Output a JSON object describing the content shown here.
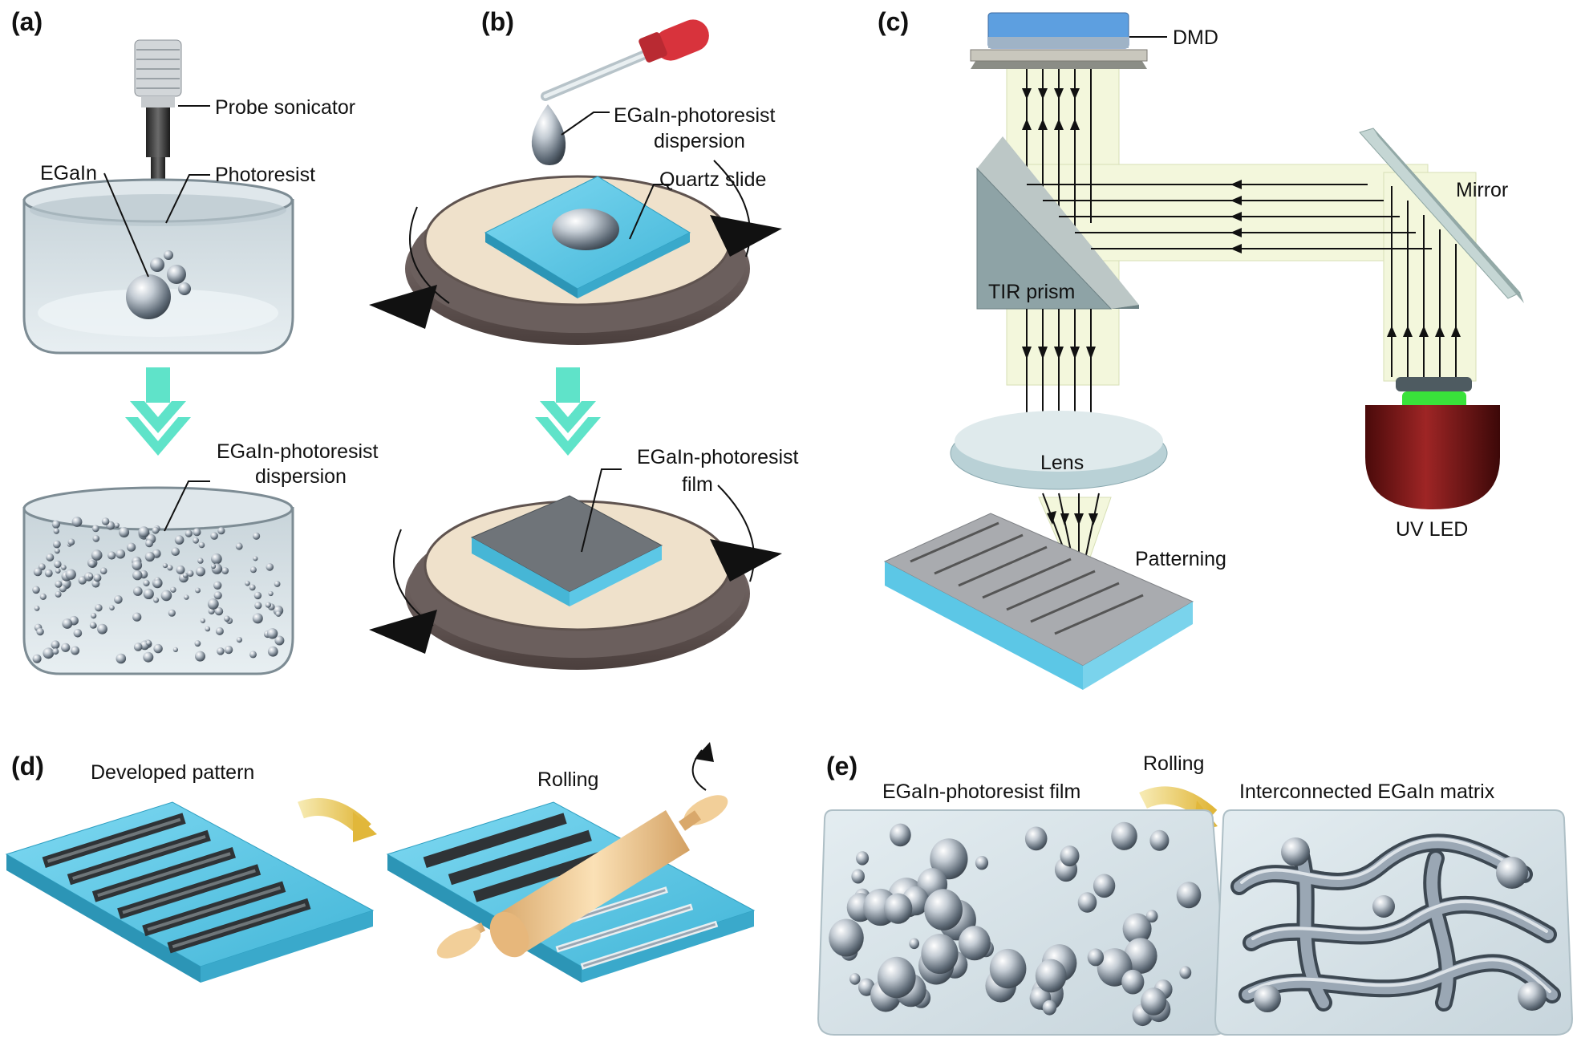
{
  "panels": {
    "a": {
      "tag": "(a)",
      "probe": "Probe sonicator",
      "egain": "EGaIn",
      "photoresist": "Photoresist",
      "dispersion_l1": "EGaIn-photoresist",
      "dispersion_l2": "dispersion"
    },
    "b": {
      "tag": "(b)",
      "drop_l1": "EGaIn-photoresist",
      "drop_l2": "dispersion",
      "quartz": "Quartz slide",
      "film_l1": "EGaIn-photoresist",
      "film_l2": "film"
    },
    "c": {
      "tag": "(c)",
      "dmd": "DMD",
      "mirror": "Mirror",
      "tir": "TIR prism",
      "lens": "Lens",
      "patterning": "Patterning",
      "uvled": "UV LED"
    },
    "d": {
      "tag": "(d)",
      "developed": "Developed pattern",
      "rolling": "Rolling"
    },
    "e": {
      "tag": "(e)",
      "film": "EGaIn-photoresist film",
      "rolling": "Rolling",
      "matrix": "Interconnected EGaIn matrix"
    }
  },
  "colors": {
    "quartz_blue": "#5cc7e6",
    "process_arrow": "#5fe3c9",
    "step_arrow": "#e8c24a",
    "led_red": "#7a1616",
    "led_green": "#39e23a",
    "liquid_metal": "#9aa7b4"
  }
}
